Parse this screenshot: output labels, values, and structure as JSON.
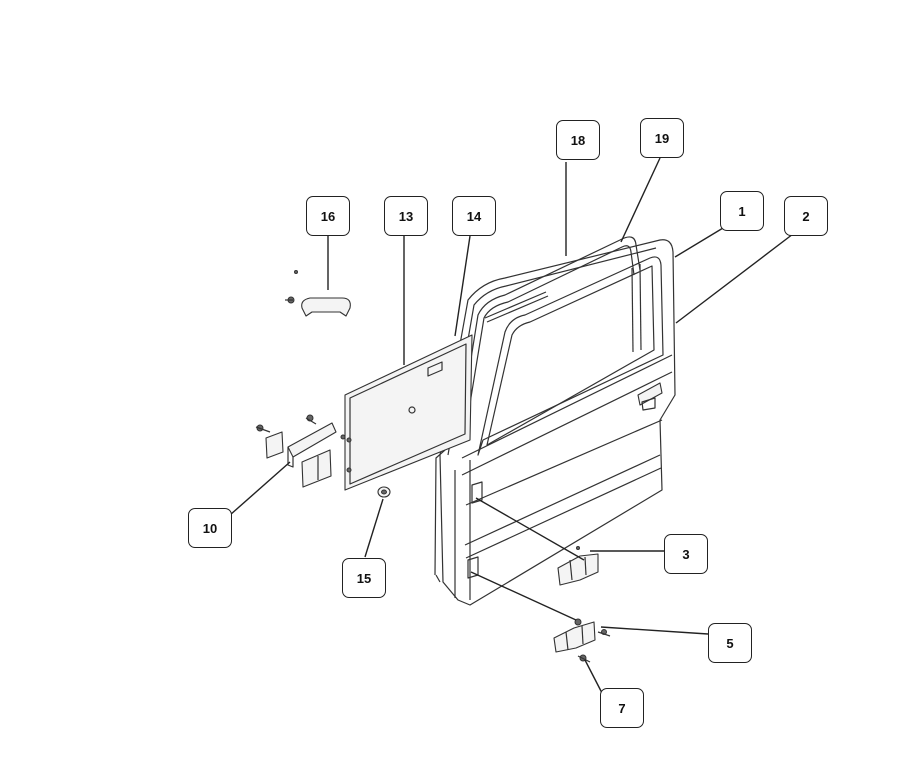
{
  "callouts": [
    {
      "id": "c1",
      "label": "1"
    },
    {
      "id": "c2",
      "label": "2"
    },
    {
      "id": "c3",
      "label": "3"
    },
    {
      "id": "c5",
      "label": "5"
    },
    {
      "id": "c7",
      "label": "7"
    },
    {
      "id": "c10",
      "label": "10"
    },
    {
      "id": "c13",
      "label": "13"
    },
    {
      "id": "c14",
      "label": "14"
    },
    {
      "id": "c15",
      "label": "15"
    },
    {
      "id": "c16",
      "label": "16"
    },
    {
      "id": "c18",
      "label": "18"
    },
    {
      "id": "c19",
      "label": "19"
    }
  ]
}
